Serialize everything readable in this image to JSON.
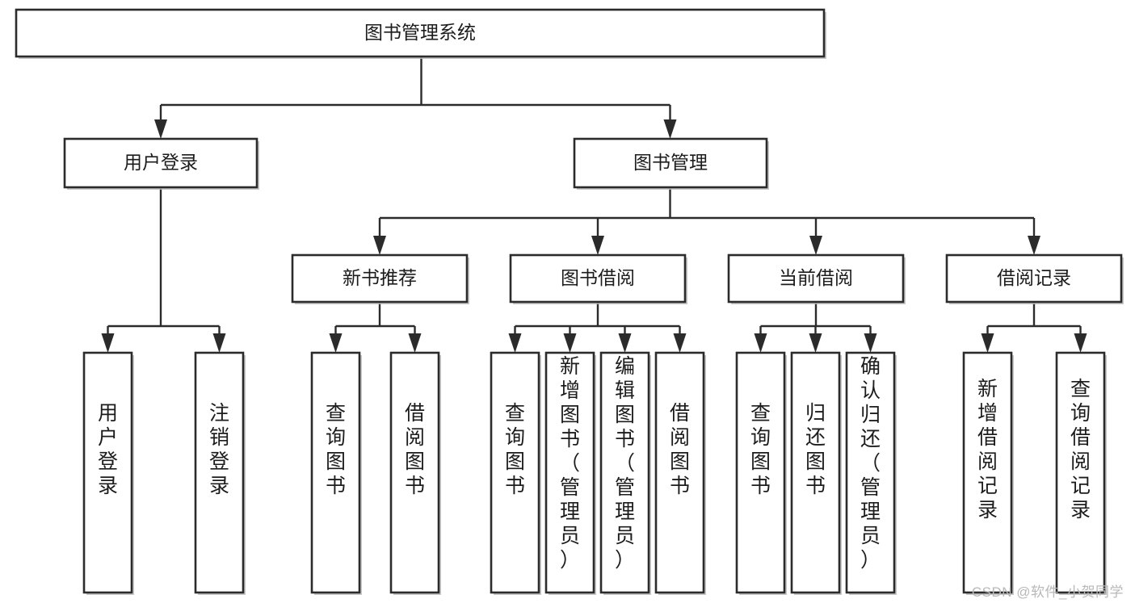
{
  "diagram": {
    "type": "tree-hierarchy",
    "title": "图书管理系统",
    "colors": {
      "box_stroke": "#2b2b2b",
      "box_fill": "#ffffff",
      "connector": "#2b2b2b",
      "background": "#ffffff",
      "watermark": "#b8b8b8"
    },
    "root": {
      "label": "图书管理系统",
      "orientation": "horizontal"
    },
    "level2": [
      {
        "label": "用户登录",
        "orientation": "horizontal"
      },
      {
        "label": "图书管理",
        "orientation": "horizontal"
      }
    ],
    "level3": [
      {
        "label": "新书推荐",
        "orientation": "horizontal"
      },
      {
        "label": "图书借阅",
        "orientation": "horizontal"
      },
      {
        "label": "当前借阅",
        "orientation": "horizontal"
      },
      {
        "label": "借阅记录",
        "orientation": "horizontal"
      }
    ],
    "leaves": {
      "user_login": [
        {
          "label": "用户登录",
          "orientation": "vertical"
        },
        {
          "label": "注销登录",
          "orientation": "vertical"
        }
      ],
      "new_book_recommend": [
        {
          "label": "查询图书",
          "orientation": "vertical"
        },
        {
          "label": "借阅图书",
          "orientation": "vertical"
        }
      ],
      "book_borrow": [
        {
          "label": "查询图书",
          "orientation": "vertical"
        },
        {
          "label": "新增图书（管理员）",
          "orientation": "vertical"
        },
        {
          "label": "编辑图书（管理员）",
          "orientation": "vertical"
        },
        {
          "label": "借阅图书",
          "orientation": "vertical"
        }
      ],
      "current_borrow": [
        {
          "label": "查询图书",
          "orientation": "vertical"
        },
        {
          "label": "归还图书",
          "orientation": "vertical"
        },
        {
          "label": "确认归还（管理员）",
          "orientation": "vertical"
        }
      ],
      "borrow_record": [
        {
          "label": "新增借阅记录",
          "orientation": "vertical"
        },
        {
          "label": "查询借阅记录",
          "orientation": "vertical"
        }
      ]
    }
  },
  "watermark": {
    "text": "CSDN @软件_小贺同学"
  }
}
